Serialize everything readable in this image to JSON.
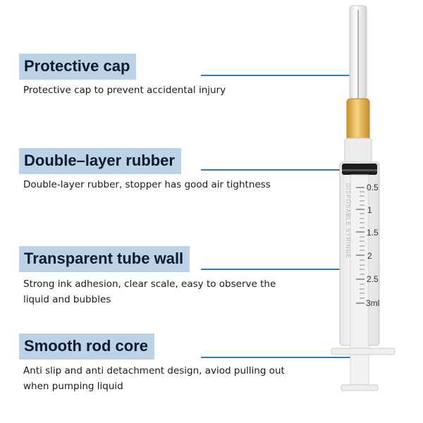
{
  "features": [
    {
      "title": "Protective cap",
      "description": "Protective cap to prevent accidental injury"
    },
    {
      "title": "Double–layer rubber",
      "description": "Double-layer rubber, stopper has good air tightness"
    },
    {
      "title": "Transparent tube wall",
      "description": "Strong ink adhesion, clear scale, easy to observe the liquid and bubbles"
    },
    {
      "title": "Smooth rod core",
      "description": "Anti slip and anti detachment design, aviod pulling out when pumping liquid"
    }
  ],
  "syringe": {
    "scale_labels": [
      "0.5",
      "1",
      "1.5",
      "2",
      "2.5",
      "3ml"
    ],
    "barrel_print": "DISPOSABLE SYRINGE",
    "colors": {
      "accent": "#2f7fc0",
      "title_background": "#bcd3e6",
      "needle_hub": "#e9b84f"
    }
  }
}
